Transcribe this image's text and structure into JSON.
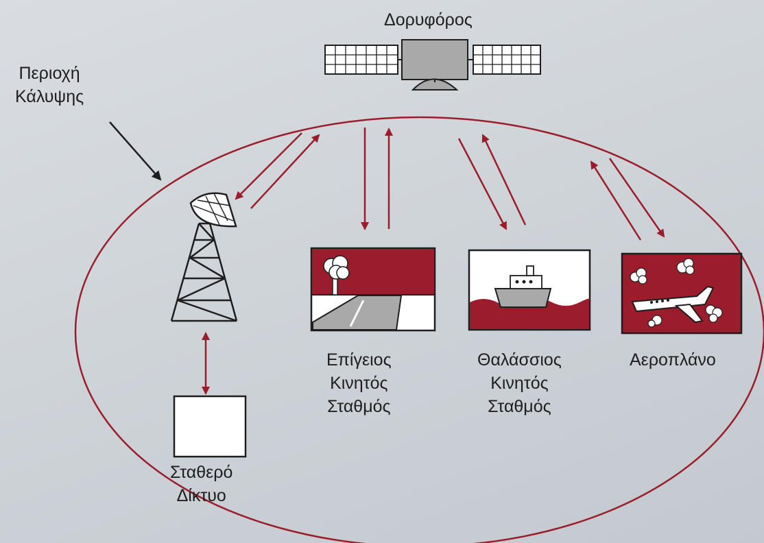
{
  "colors": {
    "accent": "#9b1c2a",
    "ink": "#1e1e1e",
    "panel_gray": "#a9a9a9",
    "background": "#d2d7dc"
  },
  "icons": {
    "satellite": "satellite-icon",
    "antenna_tower": "antenna-tower-icon",
    "fixed_network": "fixed-network-box",
    "land_station": "land-vehicle-scene-icon",
    "sea_station": "ship-scene-icon",
    "aircraft": "airplane-scene-icon"
  },
  "labels": {
    "satellite": "Δορυφόρος",
    "coverage_line1": "Περιοχή",
    "coverage_line2": "Κάλυψης",
    "fixed_line1": "Σταθερό",
    "fixed_line2": "Δίκτυο",
    "land_line1": "Επίγειος",
    "land_line2": "Κινητός",
    "land_line3": "Σταθμός",
    "sea_line1": "Θαλάσσιος",
    "sea_line2": "Κινητός",
    "sea_line3": "Σταθμός",
    "airplane": "Αεροπλάνο"
  }
}
